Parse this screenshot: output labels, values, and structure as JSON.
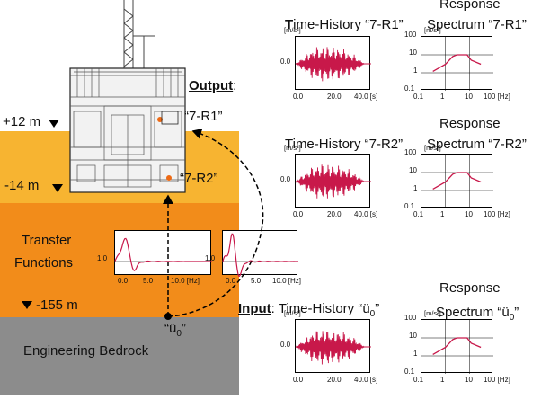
{
  "colors": {
    "soil_top": "#f7b431",
    "soil_mid": "#f28c1a",
    "bedrock": "#8c8c8c",
    "signal": "#c8184a",
    "spectrum": "#c8184a"
  },
  "left": {
    "depths": [
      "+12 m",
      "-14 m",
      "-155 m"
    ],
    "transfer_label_line1": "Transfer",
    "transfer_label_line2": "Functions",
    "bedrock_label": "Engineering Bedrock",
    "output_label": "Output",
    "output_colon": ":",
    "input_label": "Input",
    "point_r1": "“7-R1”",
    "point_r2": "“7-R2”",
    "input_point": "“ü",
    "input_point_sub": "0",
    "input_point_end": "”"
  },
  "transfer": {
    "y_tick": "1.0",
    "x_ticks_1": [
      "0.0",
      "5.0",
      "10.0 [Hz]"
    ],
    "x_ticks_2": [
      "0.0",
      "5.0",
      "10.0 [Hz]"
    ]
  },
  "rows": [
    {
      "title_prefix": "",
      "time_title": "Time-History “7-R1”",
      "time_bold_first": "T",
      "resp_title_1": "Response",
      "resp_title_2": "Spectrum “7-R1”",
      "time_unit": "[m/s²]",
      "time_ytick": "0.0",
      "time_xticks": [
        "0.0",
        "20.0",
        "40.0 [s]"
      ],
      "resp_unit": "[m/s²]",
      "resp_yticks": [
        "100",
        "10",
        "1",
        "0.1"
      ],
      "resp_xticks": [
        "0.1",
        "1",
        "10",
        "100 [Hz]"
      ]
    },
    {
      "title_prefix": "",
      "time_title": "Time-History “7-R2”",
      "time_bold_first": "",
      "resp_title_1": "Response",
      "resp_title_2": "Spectrum “7-R2”",
      "time_unit": "[m/s²]",
      "time_ytick": "0.0",
      "time_xticks": [
        "0.0",
        "20.0",
        "40.0 [s]"
      ],
      "resp_unit": "[m/s²]",
      "resp_yticks": [
        "100",
        "10",
        "1",
        "0.1"
      ],
      "resp_xticks": [
        "0.1",
        "1",
        "10",
        "100 [Hz]"
      ]
    },
    {
      "title_prefix": "Input",
      "time_title": ": Time-History “ü",
      "time_title_sub": "0",
      "time_title_end": "”",
      "resp_title_1": "Response",
      "resp_title_2": "Spectrum “ü",
      "resp_title_2_sub": "0",
      "resp_title_2_end": "”",
      "time_unit": "[m/s²]",
      "time_ytick": "0.0",
      "time_xticks": [
        "0.0",
        "20.0",
        "40.0 [s]"
      ],
      "resp_unit": "[m/s²]",
      "resp_yticks": [
        "100",
        "10",
        "1",
        "0.1"
      ],
      "resp_xticks": [
        "0.1",
        "1",
        "10",
        "100 [Hz]"
      ]
    }
  ]
}
